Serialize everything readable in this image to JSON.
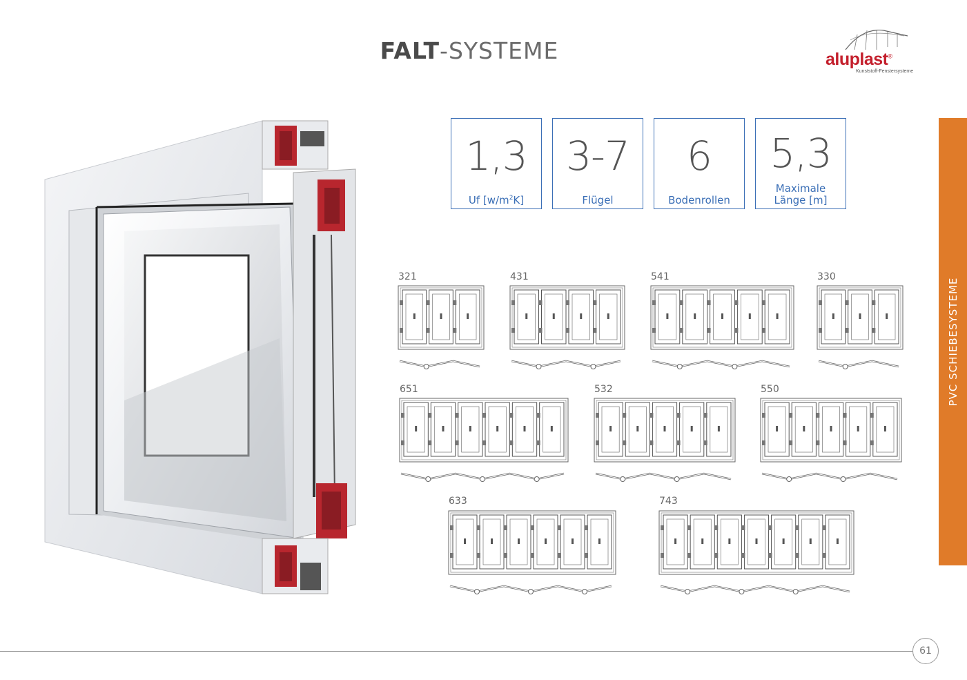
{
  "header": {
    "title_bold": "FALT",
    "title_rest": "-SYSTEME"
  },
  "logo": {
    "name": "aluplast",
    "registered": "®",
    "tagline": "Kunststoff-Fenstersysteme"
  },
  "specs": [
    {
      "value": "1,3",
      "label_html_parts": [
        "Uf [w/m",
        "2",
        "K]"
      ]
    },
    {
      "value": "3-7",
      "label_lines": [
        "Flügel"
      ]
    },
    {
      "value": "6",
      "label_lines": [
        "Bodenrollen"
      ]
    },
    {
      "value": "5,3",
      "label_lines": [
        "Maximale",
        "Länge [m]"
      ]
    }
  ],
  "configurations": [
    {
      "code": "321",
      "panels": 3
    },
    {
      "code": "431",
      "panels": 4
    },
    {
      "code": "541",
      "panels": 5
    },
    {
      "code": "330",
      "panels": 3
    },
    {
      "code": "651",
      "panels": 6
    },
    {
      "code": "532",
      "panels": 5
    },
    {
      "code": "550",
      "panels": 5
    },
    {
      "code": "633",
      "panels": 6
    },
    {
      "code": "743",
      "panels": 7
    }
  ],
  "sidebar": {
    "label": "PVC SCHIEBESYSTEME"
  },
  "footer": {
    "page_number": "61"
  },
  "colors": {
    "accent_blue": "#3b6fb6",
    "sidebar_orange": "#e07b29",
    "brand_red": "#c4202d",
    "profile_red": "#b8262e"
  }
}
